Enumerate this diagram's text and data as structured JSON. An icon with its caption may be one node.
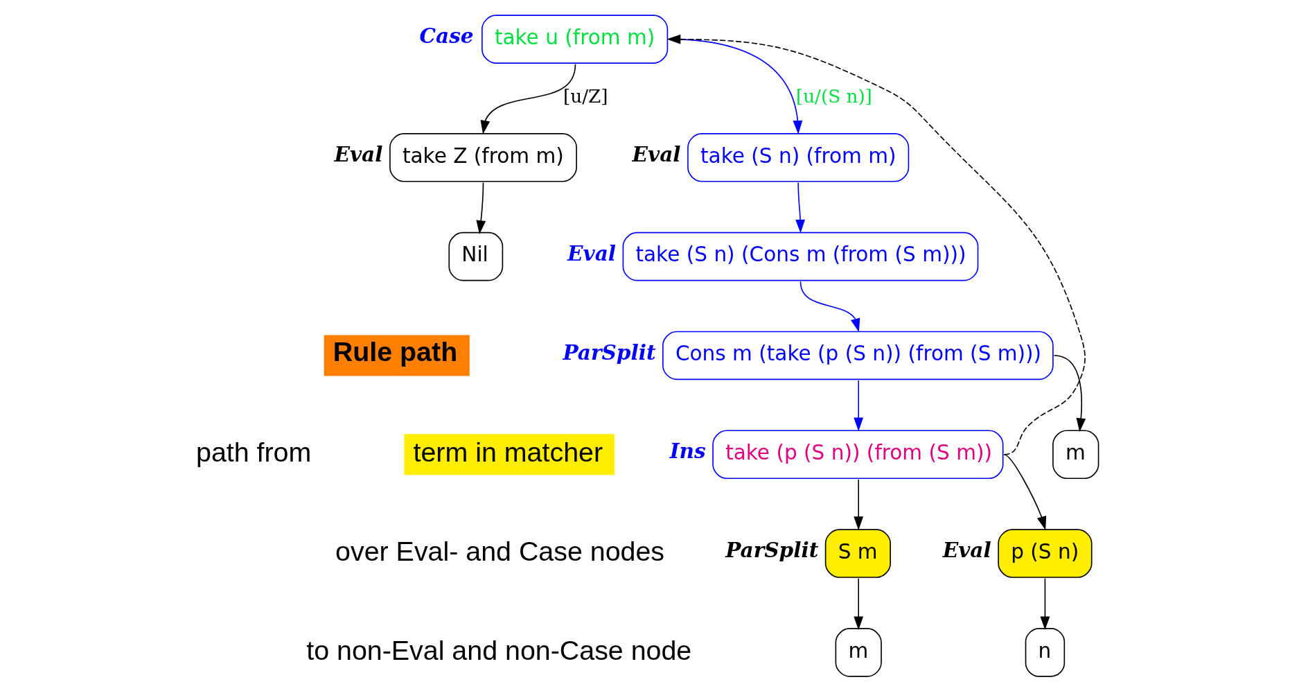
{
  "diagram": {
    "nodes": [
      {
        "text": [
          "take u (from m)"
        ],
        "beside": [
          "Case"
        ]
      },
      {
        "text": [
          "take Z (from m)"
        ],
        "beside": [
          "Eval"
        ]
      },
      {
        "text": [
          "Nil"
        ]
      },
      {
        "text": [
          "take (S n) (from m)"
        ],
        "beside": [
          "Eval"
        ]
      },
      {
        "text": [
          "take (S n) (Cons m (from (S m)))"
        ],
        "beside": [
          "Eval"
        ]
      },
      {
        "text": [
          "Cons m (take (p (S n)) (from (S m)))"
        ],
        "beside": [
          "ParSplit"
        ]
      },
      {
        "text": [
          "m"
        ]
      },
      {
        "text": [
          "take (p (S n)) (from (S m))"
        ],
        "beside": [
          "Ins"
        ]
      },
      {
        "text": [
          "p (S n)"
        ],
        "beside": [
          "Eval"
        ]
      },
      {
        "text": [
          "n"
        ]
      },
      {
        "text": [
          "S m"
        ],
        "beside": [
          "ParSplit"
        ]
      },
      {
        "text": [
          "m"
        ]
      }
    ],
    "edges": [
      {
        "from": 0,
        "to": 1,
        "arrow": "to",
        "label": "[u/Z]"
      },
      {
        "from": 0,
        "to": 3,
        "arrow": "to",
        "label": "[u/(S n)]",
        "color": "#0000ff"
      },
      {
        "from": 1,
        "to": 2,
        "arrow": "to"
      },
      {
        "from": 3,
        "to": 4,
        "arrow": "to",
        "color": "#0000ff"
      },
      {
        "from": 4,
        "to": 5,
        "arrow": "to",
        "color": "#0000ff"
      },
      {
        "from": 5,
        "to": 6,
        "arrow": "to"
      },
      {
        "from": 5,
        "to": 7,
        "arrow": "to",
        "color": "#0000ff"
      },
      {
        "from": 7,
        "to": 8,
        "arrow": "to"
      },
      {
        "from": 7,
        "to": 10,
        "arrow": "to"
      },
      {
        "from": 8,
        "to": 9,
        "arrow": "to"
      },
      {
        "from": 10,
        "to": 11,
        "arrow": "to"
      },
      {
        "from": 7,
        "to": 0,
        "arrow": "to",
        "style": "dashed"
      }
    ],
    "labels": [
      "Rule path",
      "path from",
      "term in matcher",
      "over Eval- and Case nodes",
      "to non-Eval and non-Case node"
    ]
  }
}
